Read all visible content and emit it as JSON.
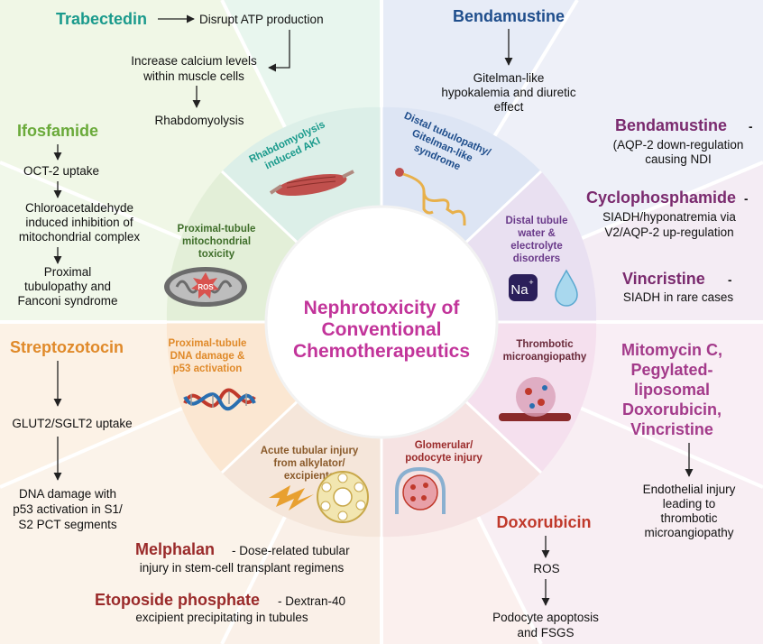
{
  "center": {
    "line1": "Nephrotoxicity of",
    "line2": "Conventional",
    "line3": "Chemotherapeutics"
  },
  "panels": {
    "trabectedin": {
      "drug": "Trabectedin",
      "step1": "Disrupt ATP production",
      "step2a": "Increase calcium levels",
      "step2b": "within muscle cells",
      "step3": "Rhabdomyolysis"
    },
    "bendamustine_top": {
      "drug": "Bendamustine",
      "effect_a": "Gitelman-like",
      "effect_b": "hypokalemia and diuretic",
      "effect_c": "effect"
    },
    "ifosfamide": {
      "drug": "Ifosfamide",
      "step1": "OCT-2 uptake",
      "step2a": "Chloroacetaldehyde",
      "step2b": "induced inhibition of",
      "step2c": "mitochondrial complex",
      "step3a": "Proximal",
      "step3b": "tubulopathy and",
      "step3c": "Fanconi syndrome"
    },
    "right_upper": {
      "bendamustine": "Bendamustine",
      "bendamustine_dash": "-",
      "bendamustine_a": "(AQP-2 down-regulation",
      "bendamustine_b": "causing NDI",
      "cyclophosphamide": "Cyclophosphamide",
      "cyclophosphamide_dash": "-",
      "cyclophosphamide_a": "SIADH/hyponatremia via",
      "cyclophosphamide_b": "V2/AQP-2 up-regulation",
      "vincristine": "Vincristine",
      "vincristine_dash": "-",
      "vincristine_a": "SIADH in rare cases"
    },
    "streptozotocin": {
      "drug": "Streptozotocin",
      "step1": "GLUT2/SGLT2 uptake",
      "step2a": "DNA damage  with",
      "step2b": "p53 activation in S1/",
      "step2c": "S2 PCT segments"
    },
    "right_lower": {
      "drug_a": "Mitomycin C,",
      "drug_b": "Pegylated-",
      "drug_c": "liposomal",
      "drug_d": "Doxorubicin,",
      "drug_e": "Vincristine",
      "effect_a": "Endothelial injury",
      "effect_b": "leading to",
      "effect_c": "thrombotic",
      "effect_d": "microangiopathy"
    },
    "bottom_left": {
      "melphalan": "Melphalan",
      "melphalan_a": "- Dose-related tubular",
      "melphalan_b": "injury in stem-cell transplant regimens",
      "etoposide": "Etoposide phosphate",
      "etoposide_a": "- Dextran-40",
      "etoposide_b": "excipient precipitating in tubules"
    },
    "doxorubicin": {
      "drug": "Doxorubicin",
      "step1": "ROS",
      "step2a": "Podocyte apoptosis",
      "step2b": "and FSGS"
    }
  },
  "ring": {
    "rhabdo": {
      "a": "Rhabdomyolysis",
      "b": "induced AKI"
    },
    "distal_tubulopathy": {
      "a": "Distal tubulopathy/",
      "b": "Gitelman-like",
      "c": "syndrome"
    },
    "mito": {
      "a": "Proximal-tubule",
      "b": "mitochondrial",
      "c": "toxicity",
      "icon_text": "ROS"
    },
    "distal_water": {
      "a": "Distal tubule",
      "b": "water &",
      "c": "electrolyte",
      "d": "disorders",
      "icon_text": "Na",
      "icon_sup": "+"
    },
    "dna": {
      "a": "Proximal-tubule",
      "b": "DNA damage &",
      "c": "p53 activation"
    },
    "tma": {
      "a": "Thrombotic",
      "b": "microangiopathy"
    },
    "acute": {
      "a": "Acute tubular injury",
      "b": "from alkylator/",
      "c": "excipients"
    },
    "glomerular": {
      "a": "Glomerular/",
      "b": "podocyte injury"
    }
  },
  "colors": {
    "trabectedin": "#1a9a8c",
    "bendamustine_top": "#1f4e8c",
    "ifosfamide": "#6aaa3a",
    "right_purple": "#7a2a6e",
    "streptozotocin": "#e08a2a",
    "mitomycin": "#a33a8a",
    "melphalan": "#9a2a2a",
    "doxorubicin": "#c0392b",
    "center": "#c2349a"
  }
}
